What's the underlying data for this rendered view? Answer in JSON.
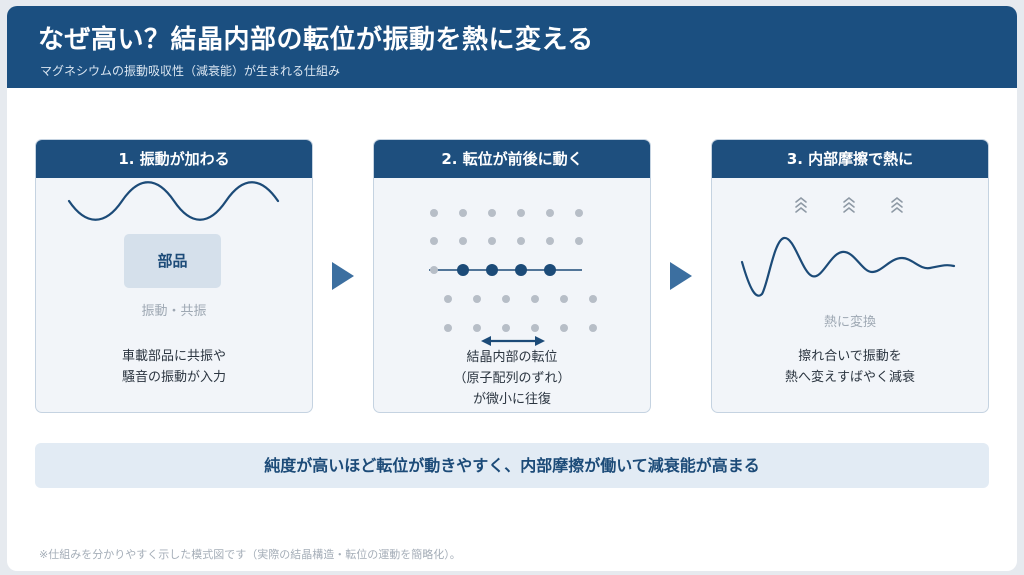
{
  "header": {
    "title": "なぜ高い？結晶内部の転位が振動を熱に変える",
    "subtitle": "マグネシウムの振動吸収性（減衰能）が生まれる仕組み"
  },
  "steps": [
    {
      "title": "1. 振動が加わる",
      "box_label": "部品",
      "muted_label": "振動・共振",
      "desc": [
        "車載部品に共振や",
        "騒音の振動が入力"
      ]
    },
    {
      "title": "2. 転位が前後に動く",
      "desc": [
        "結晶内部の転位",
        "（原子配列のずれ）",
        "が微小に往復"
      ]
    },
    {
      "title": "3. 内部摩擦で熱に",
      "muted_label": "熱に変換",
      "desc": [
        "擦れ合いで振動を",
        "熱へ変えすばやく減衰"
      ]
    }
  ],
  "conclusion": "純度が高いほど転位が動きやすく、内部摩擦が働いて減衰能が高まる",
  "footnote": "※仕組みを分かりやすく示した模式図です（実際の結晶構造・転位の運動を簡略化）。",
  "colors": {
    "header_bg": "#1b4f80",
    "card_head_bg": "#1e4f7e",
    "accent": "#3c6fa0",
    "wave": "#1c4b78",
    "atom_gray": "#b7bec7",
    "atom_dark": "#1c4b78"
  },
  "icons": [
    "wave-line-icon",
    "arrow-right-icon",
    "heat-rising-icon",
    "double-arrow-icon",
    "damped-wave-icon"
  ]
}
